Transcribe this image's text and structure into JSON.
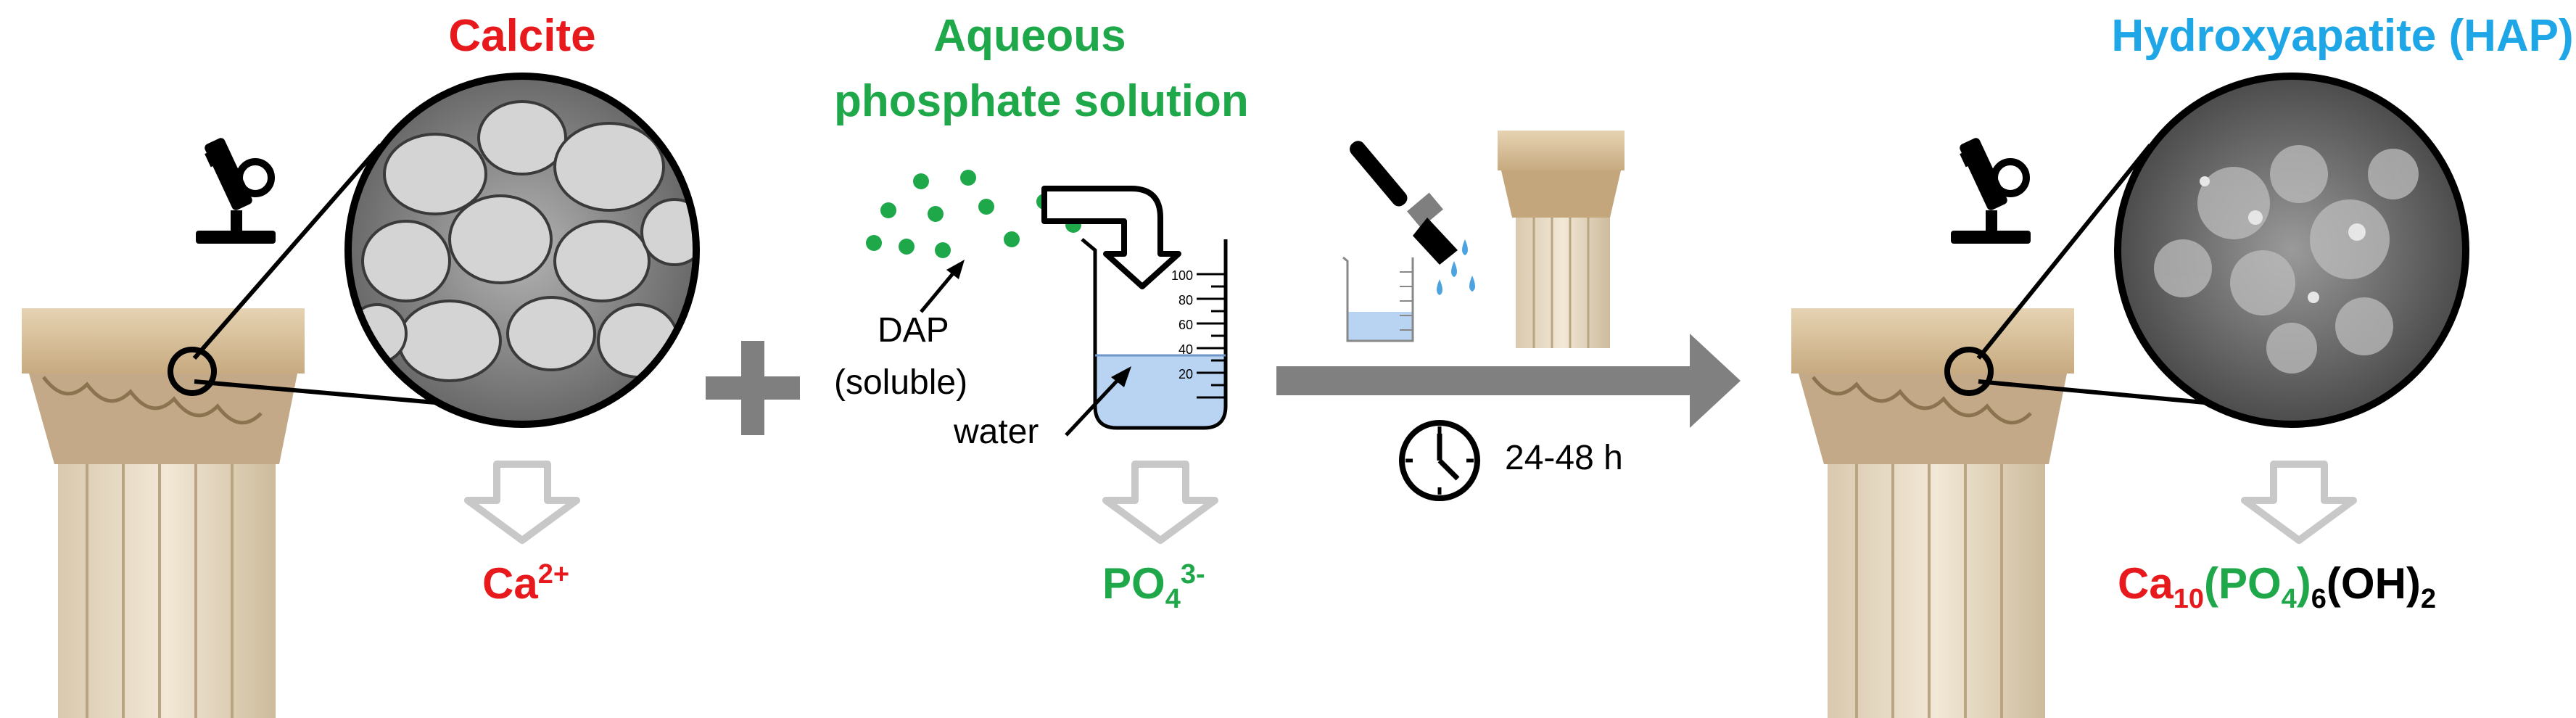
{
  "titles": {
    "calcite": "Calcite",
    "solution_line1": "Aqueous",
    "solution_line2": "phosphate solution",
    "hap": "Hydroxyapatite (HAP)"
  },
  "labels": {
    "dap": "DAP",
    "soluble": "(soluble)",
    "water": "water",
    "time": "24-48 h"
  },
  "beaker_scale": [
    "100",
    "80",
    "60",
    "40",
    "20"
  ],
  "ions": {
    "calcium": {
      "base": "Ca",
      "charge": "2+"
    },
    "phosphate": {
      "base": "PO",
      "sub": "4",
      "charge": "3-"
    }
  },
  "hap_formula": {
    "ca": "Ca",
    "ca_sub": "10",
    "po": "(PO",
    "po_sub": "4",
    "po_close": ")",
    "po_mult": "6",
    "oh": "(OH)",
    "oh_sub": "2"
  },
  "colors": {
    "calcite": "#e8191c",
    "phosphate": "#1fa84a",
    "hap": "#1ea6e6",
    "arrow": "#8a8a8a",
    "water": "#b9d3f2"
  },
  "icons": [
    "microscope-icon",
    "paint-brush-icon",
    "clock-icon",
    "plus-icon",
    "reaction-arrow-icon",
    "down-arrow-icon"
  ]
}
